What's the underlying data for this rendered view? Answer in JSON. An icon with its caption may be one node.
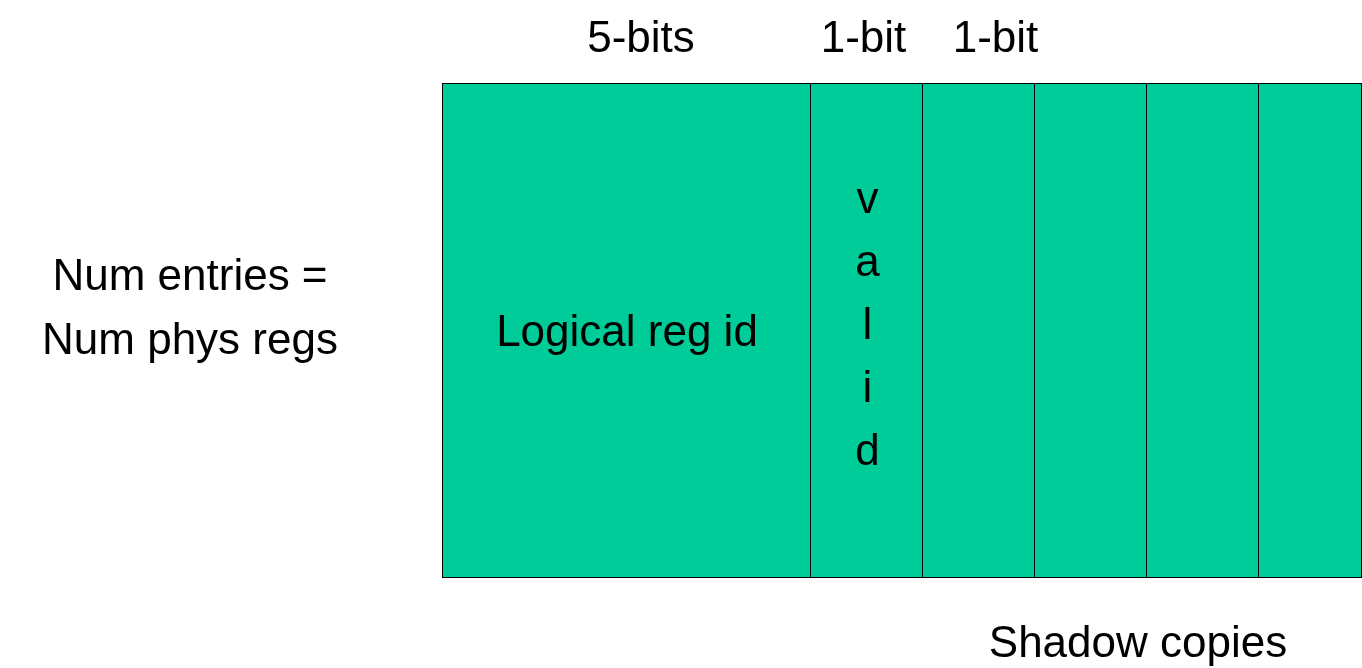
{
  "diagram": {
    "nodes": [
      {
        "text": [
          "Logical reg id"
        ]
      },
      {
        "text": [
          "valid"
        ]
      },
      {
        "text": [],
        "shape": "box"
      },
      {
        "text": [],
        "shape": "box"
      },
      {
        "text": [],
        "shape": "box"
      },
      {
        "text": [],
        "shape": "box"
      }
    ],
    "edges": [],
    "labels": [
      "5-bits",
      "1-bit",
      "1-bit",
      "Num entries = Num phys regs",
      "Shadow copies"
    ]
  }
}
